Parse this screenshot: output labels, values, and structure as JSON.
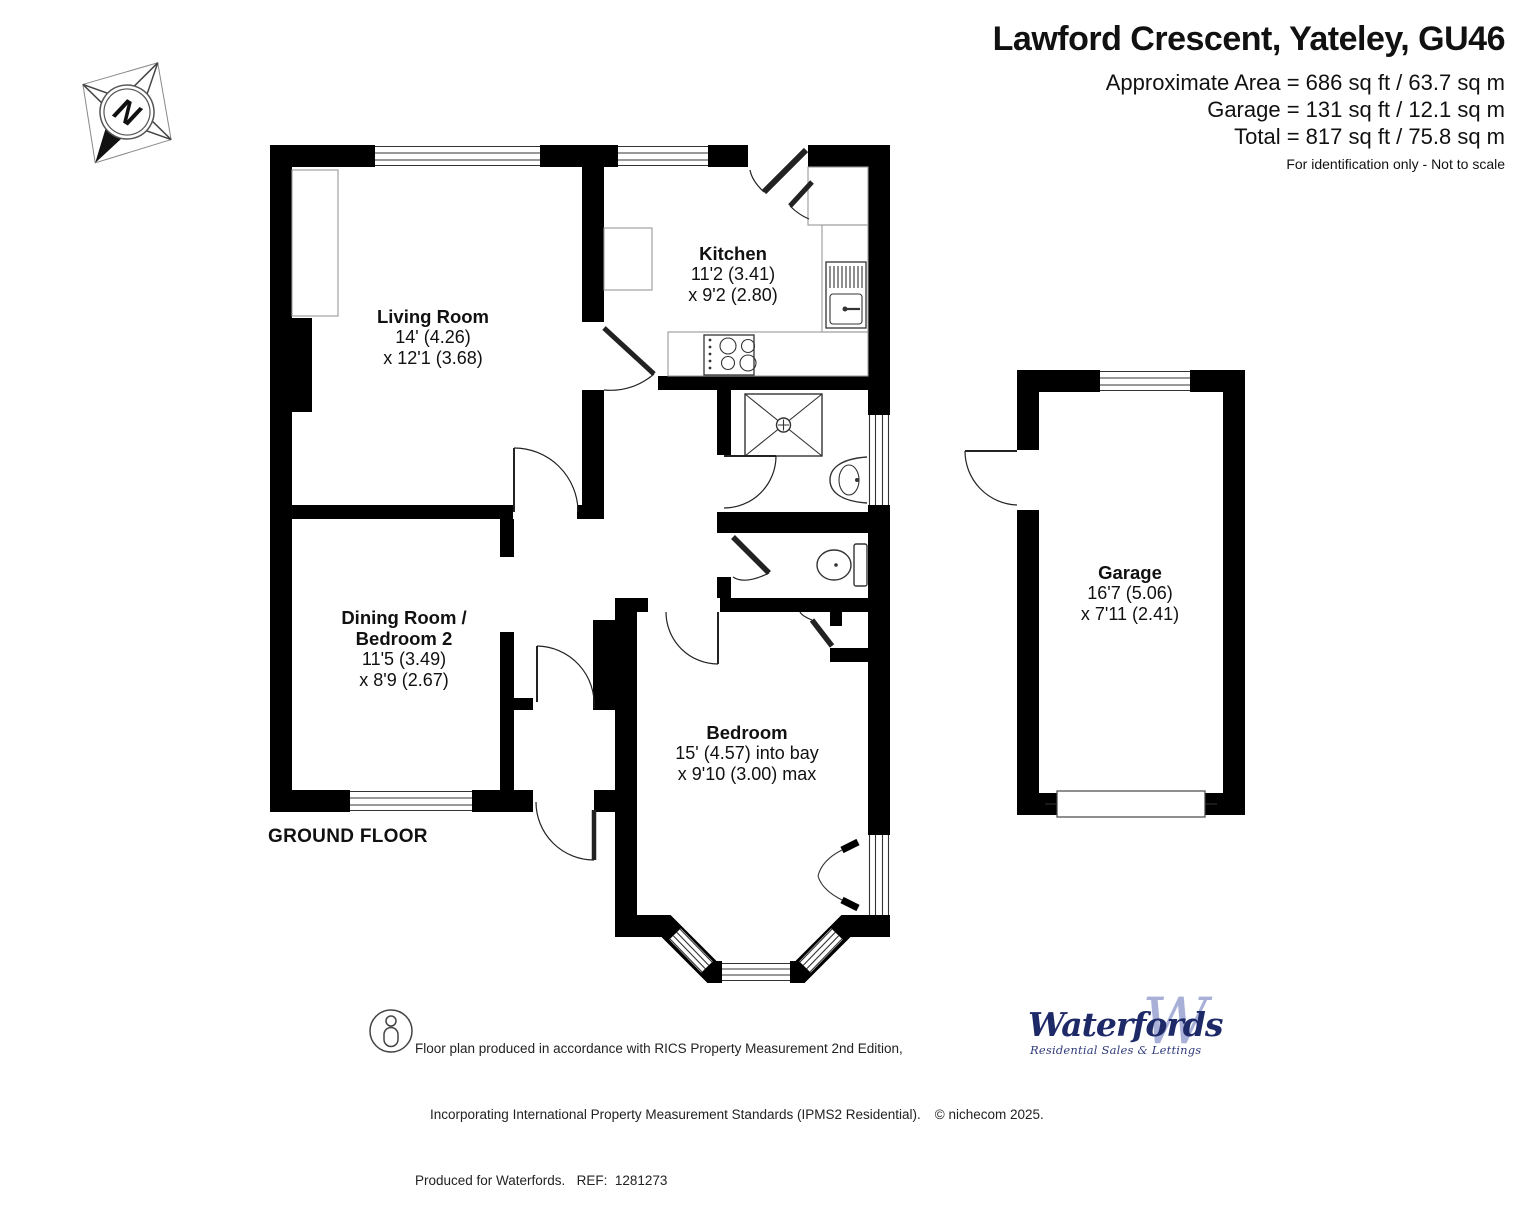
{
  "header": {
    "title": "Lawford Crescent, Yateley, GU46",
    "area_line": "Approximate Area = 686 sq ft / 63.7 sq m",
    "garage_line": "Garage = 131 sq ft / 12.1 sq m",
    "total_line": "Total = 817 sq ft / 75.8 sq m",
    "note": "For identification only - Not to scale"
  },
  "compass": {
    "label": "N"
  },
  "plan": {
    "floor_label": "GROUND FLOOR",
    "rooms": {
      "living": {
        "name": "Living Room",
        "dim1": "14' (4.26)",
        "dim2": "x 12'1 (3.68)"
      },
      "kitchen": {
        "name": "Kitchen",
        "dim1": "11'2 (3.41)",
        "dim2": "x 9'2 (2.80)"
      },
      "dining": {
        "name": "Dining Room /",
        "name2": "Bedroom 2",
        "dim1": "11'5 (3.49)",
        "dim2": "x 8'9 (2.67)"
      },
      "bedroom": {
        "name": "Bedroom",
        "dim1": "15' (4.57) into bay",
        "dim2": "x 9'10 (3.00) max"
      },
      "garage": {
        "name": "Garage",
        "dim1": "16'7 (5.06)",
        "dim2": "x 7'11 (2.41)"
      }
    }
  },
  "footer": {
    "disclaimer_line1": "Floor plan produced in accordance with RICS Property Measurement 2nd Edition,",
    "disclaimer_line2": "Incorporating International Property Measurement Standards (IPMS2 Residential).",
    "copyright": "© nichecom 2025.",
    "disclaimer_line3": "Produced for Waterfords.   REF:  1281273",
    "logo": {
      "name": "Waterfords",
      "tagline": "Residential Sales & Lettings",
      "monogram": "W"
    }
  },
  "colors": {
    "wall": "#000000",
    "accent_navy": "#1e2a68",
    "accent_light": "#a8b0d8"
  }
}
